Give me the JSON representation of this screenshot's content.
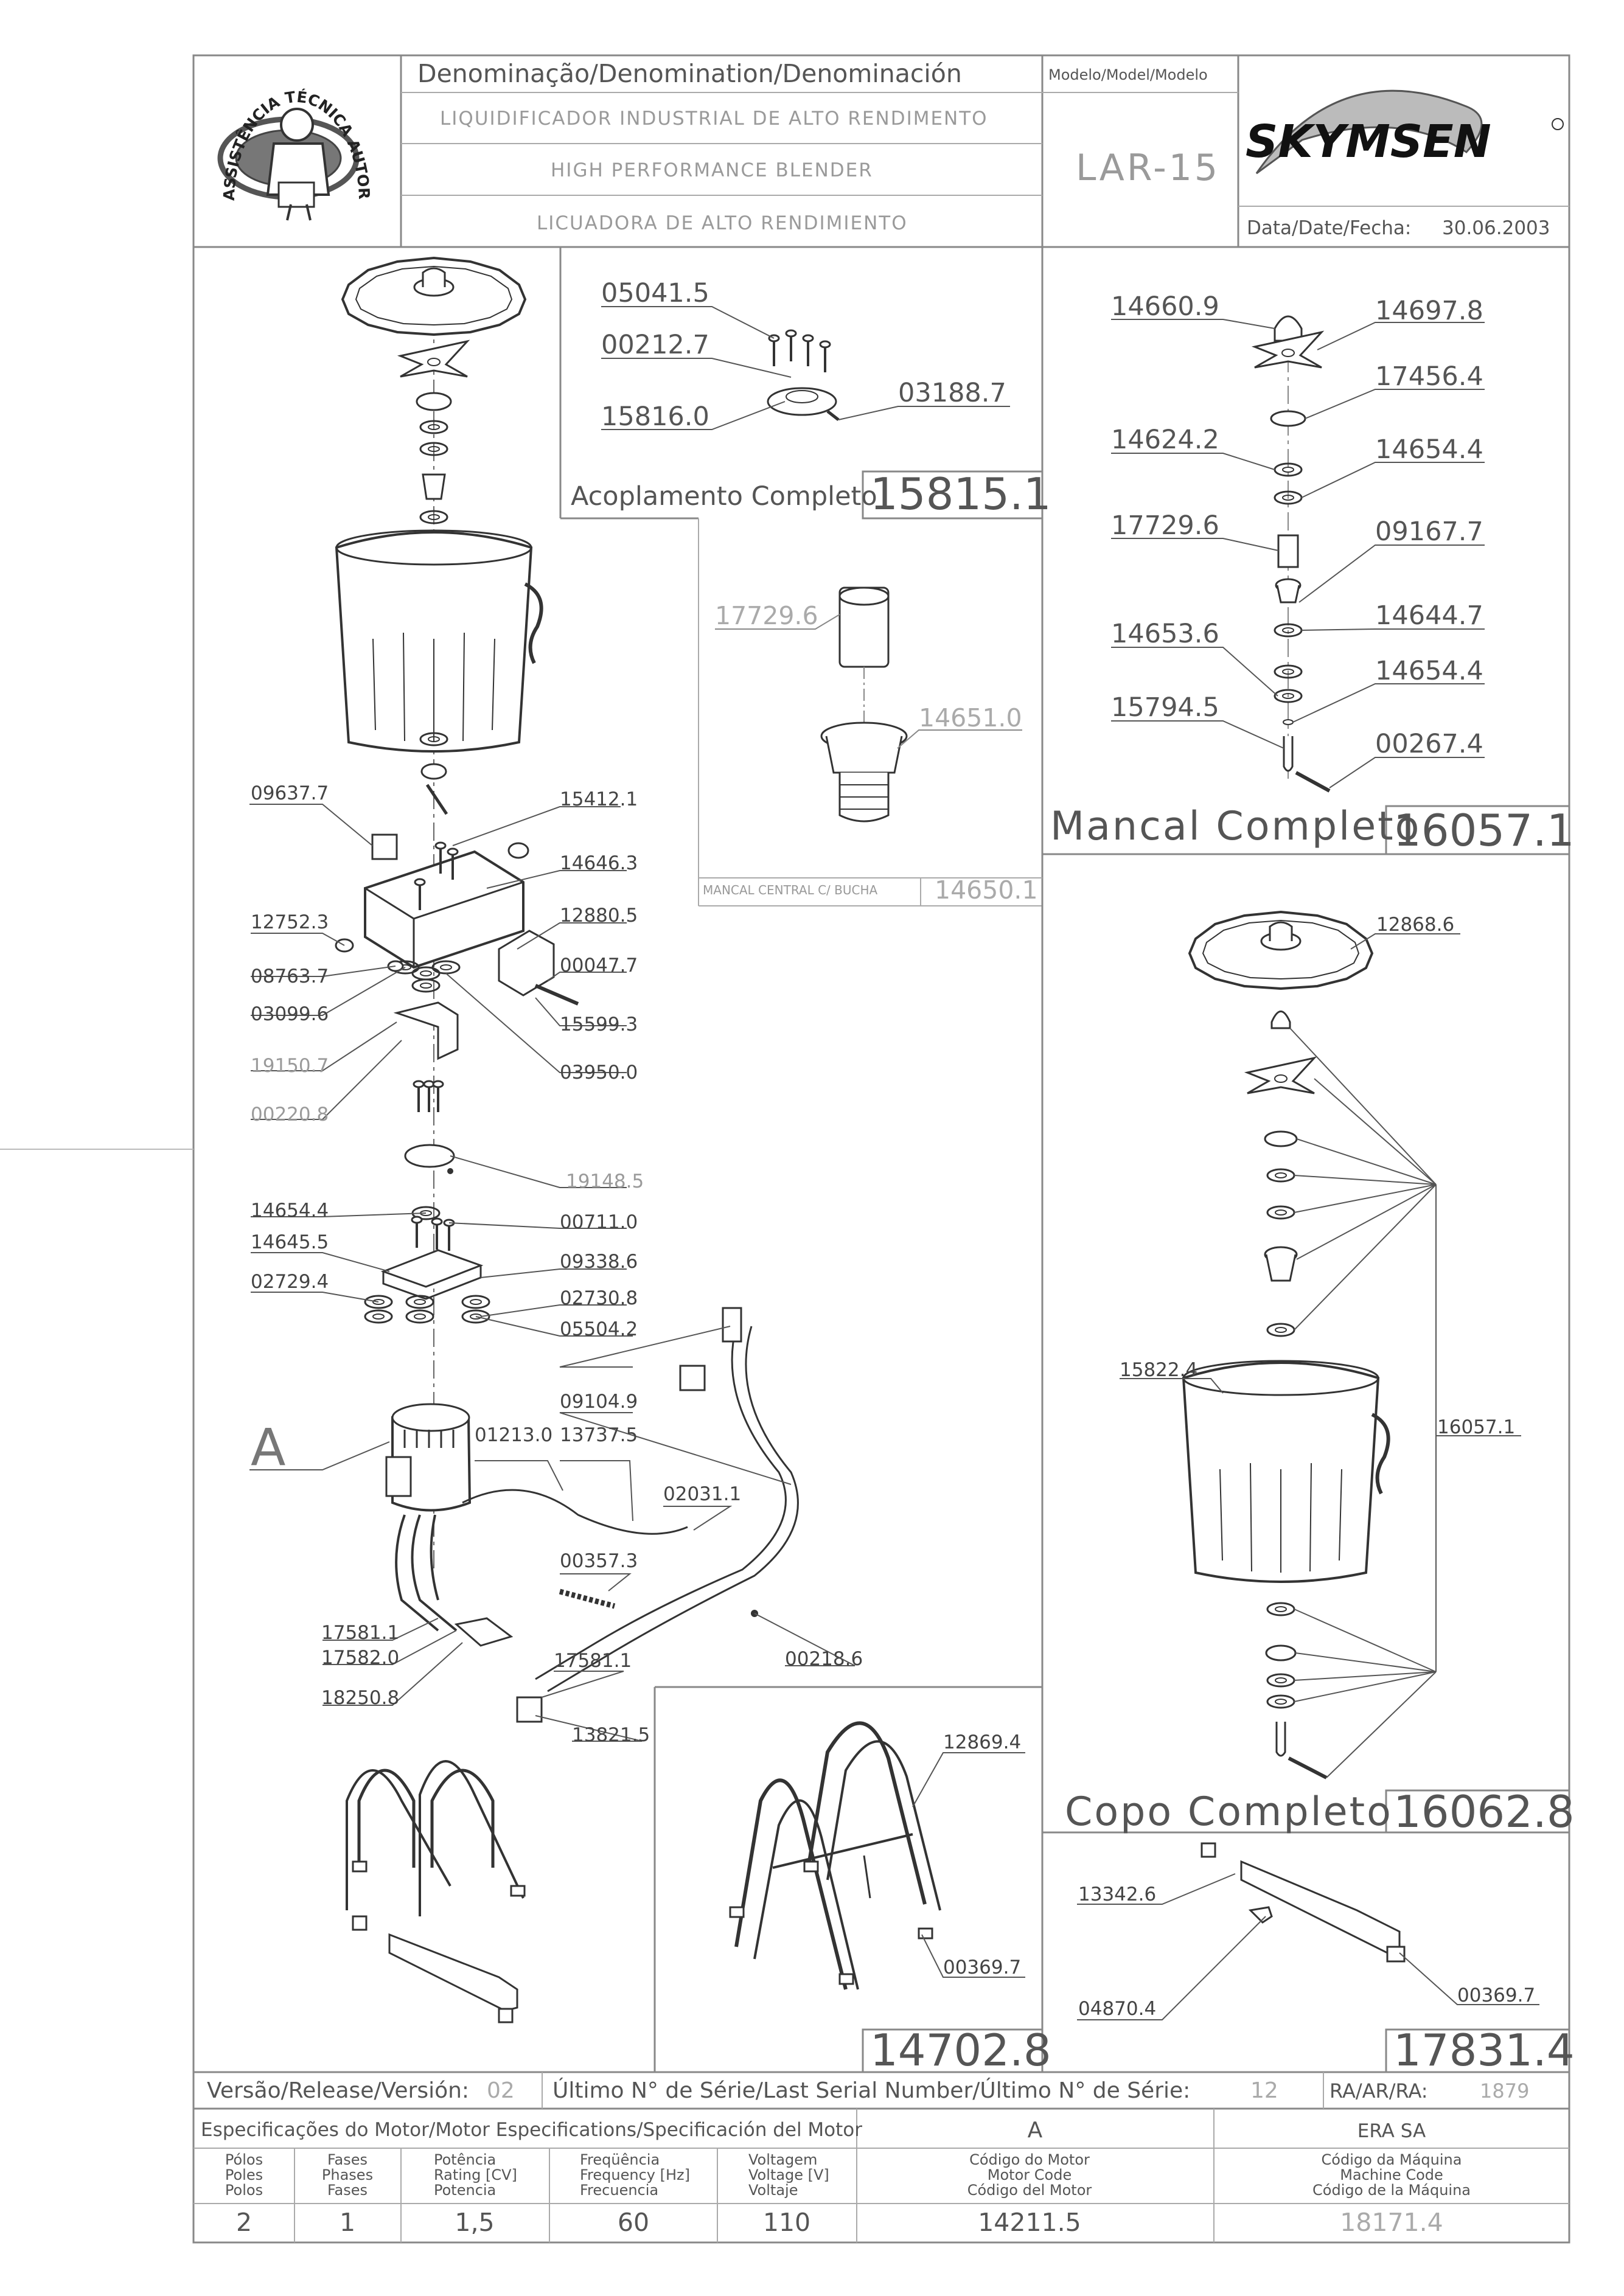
{
  "logo_text": "ASSISTÊNCIA TÉCNICA AUTORIZADA",
  "header": {
    "denomination_label": "Denominação/Denomination/Denominación",
    "name_pt": "LIQUIDIFICADOR INDUSTRIAL DE ALTO RENDIMENTO",
    "name_en": "HIGH PERFORMANCE BLENDER",
    "name_es": "LICUADORA DE ALTO RENDIMIENTO",
    "model_label": "Modelo/Model/Modelo",
    "model_value": "LAR-15",
    "brand": "SKYMSEN",
    "date_label": "Data/Date/Fecha:",
    "date_value": "30.06.2003"
  },
  "panels": {
    "coupling": {
      "title": "Acoplamento Completo",
      "code": "15815.1",
      "parts": [
        "05041.5",
        "00212.7",
        "15816.0",
        "03188.7"
      ]
    },
    "bushing": {
      "title": "MANCAL CENTRAL C/ BUCHA",
      "code": "14650.1",
      "parts": [
        "17729.6",
        "14651.0"
      ]
    },
    "bearing": {
      "title": "Mancal Completo",
      "code": "16057.1",
      "parts": [
        "14660.9",
        "14697.8",
        "17456.4",
        "14624.2",
        "14654.4",
        "17729.6",
        "09167.7",
        "14644.7",
        "14653.6",
        "14654.4",
        "15794.5",
        "00267.4"
      ]
    },
    "cup": {
      "title": "Copo Completo",
      "code": "16062.8",
      "parts": [
        "12868.6",
        "15822.4",
        "16057.1"
      ]
    },
    "stand": {
      "code": "14702.8",
      "parts": [
        "12869.4",
        "00369.7"
      ]
    },
    "bar": {
      "code": "17831.4",
      "parts": [
        "13342.6",
        "04870.4",
        "00369.7"
      ]
    }
  },
  "main_labels": {
    "left": [
      "09637.7",
      "12752.3",
      "08763.7",
      "03099.6",
      "19150.7",
      "00220.8",
      "14654.4",
      "14645.5",
      "02729.4",
      "A",
      "17581.1",
      "17582.0",
      "18250.8"
    ],
    "right": [
      "15412.1",
      "14646.3",
      "12880.5",
      "00047.7",
      "15599.3",
      "03950.0",
      "19148.5",
      "00711.0",
      "09338.6",
      "02730.8",
      "05504.2",
      "09104.9",
      "01213.0",
      "13737.5",
      "02031.1",
      "00357.3",
      "00218.6",
      "17581.1",
      "13821.5"
    ]
  },
  "footer": {
    "version_label": "Versão/Release/Versión:",
    "version_value": "02",
    "serial_label": "Último N° de Série/Last Serial Number/Último N° de Série:",
    "serial_value": "12",
    "ra_label": "RA/AR/RA:",
    "ra_value": "1879",
    "motor_spec_title": "Especificações do Motor/Motor Especifications/Specificación del Motor",
    "motor_letter": "A",
    "manufacturer": "ERA SA",
    "columns": [
      {
        "l1": "Pólos",
        "l2": "Poles",
        "l3": "Polos",
        "value": "2"
      },
      {
        "l1": "Fases",
        "l2": "Phases",
        "l3": "Fases",
        "value": "1"
      },
      {
        "l1": "Potência",
        "l2": "Rating [CV]",
        "l3": "Potencia",
        "value": "1,5"
      },
      {
        "l1": "Freqüência",
        "l2": "Frequency [Hz]",
        "l3": "Frecuencia",
        "value": "60"
      },
      {
        "l1": "Voltagem",
        "l2": "Voltage [V]",
        "l3": "Voltaje",
        "value": "110"
      },
      {
        "l1": "Código do Motor",
        "l2": "Motor Code",
        "l3": "Código del Motor",
        "value": "14211.5"
      },
      {
        "l1": "Código da Máquina",
        "l2": "Machine Code",
        "l3": "Código de la Máquina",
        "value": "18171.4"
      }
    ]
  }
}
